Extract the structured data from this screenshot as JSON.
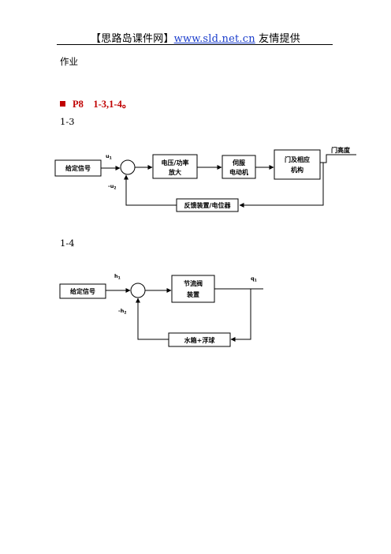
{
  "header": {
    "prefix": "【思路岛课件网】",
    "link": "www.sld.net.cn",
    "suffix": "友情提供"
  },
  "homework_title": "作业",
  "bullet_text": "P8　1-3,1-4。",
  "diagram1": {
    "section_label": "1-3",
    "input_block": "给定信号",
    "signal_u1": "u",
    "signal_u1_sub": "1",
    "signal_u2": "-u",
    "signal_u2_sub": "2",
    "amp_line1": "电压/功率",
    "amp_line2": "放大",
    "servo_line1": "伺服",
    "servo_line2": "电动机",
    "door_line1": "门及相应",
    "door_line2": "机构",
    "output_label": "门高度",
    "feedback_block": "反馈装置/电位器"
  },
  "diagram2": {
    "section_label": "1-4",
    "input_block": "给定信号",
    "signal_h1": "h",
    "signal_h1_sub": "1",
    "signal_h2": "-h",
    "signal_h2_sub": "2",
    "valve_line1": "节流阀",
    "valve_line2": "装置",
    "output_label": "q",
    "output_sub": "1",
    "feedback_block": "水箱+浮球"
  }
}
